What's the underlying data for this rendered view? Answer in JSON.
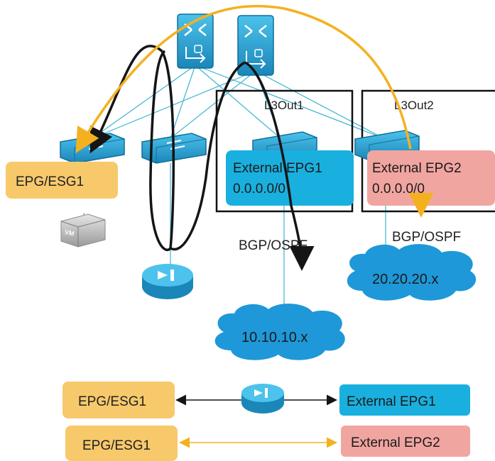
{
  "colors": {
    "link": "#3cb4d2",
    "device": "#2aa3d4",
    "device_dark": "#0f6f98",
    "epg_orange": "#f7c96b",
    "epg_external1": "#19b0df",
    "epg_external2": "#f1a5a0",
    "cloud": "#1e98d8",
    "path_black": "#151515",
    "path_orange": "#f4b11f",
    "frame": "#111111"
  },
  "icons": {
    "spine": "spine-switch-icon",
    "leaf": "leaf-switch-icon",
    "router": "router-icon",
    "vm": "vm-icon",
    "cloud": "cloud-icon"
  },
  "labels": {
    "epg_esg1": "EPG/ESG1",
    "l3out1": "L3Out1",
    "l3out2": "L3Out2",
    "ext_epg1_name": "External EPG1",
    "ext_epg1_subnet": "0.0.0.0/0",
    "ext_epg2_name": "External EPG2",
    "ext_epg2_subnet": "0.0.0.0/0",
    "protocol1": "BGP/OSPF",
    "protocol2": "BGP/OSPF",
    "cloud1": "10.10.10.x",
    "cloud2": "20.20.20.x",
    "vm": "VM"
  },
  "legend": {
    "row1": {
      "left": "EPG/ESG1",
      "right": "External EPG1"
    },
    "row2": {
      "left": "EPG/ESG1",
      "right": "External EPG2"
    }
  }
}
